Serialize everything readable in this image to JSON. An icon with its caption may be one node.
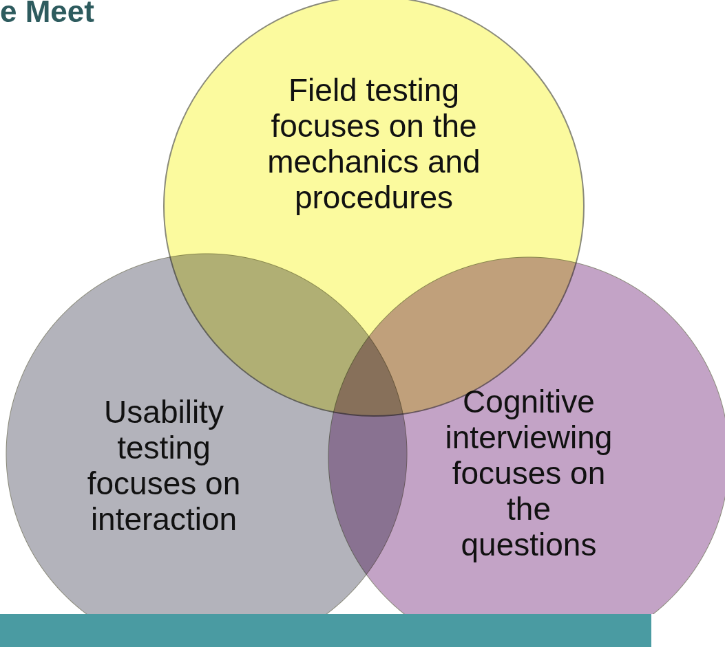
{
  "diagram": {
    "title": "e Meet",
    "nodes": [
      {
        "text": [
          "Field testing focuses on the mechanics and procedures"
        ]
      },
      {
        "text": [
          "Usability testing focuses on interaction"
        ]
      },
      {
        "text": [
          "Cognitive interviewing focuses on the questions"
        ]
      },
      {
        "text": [],
        "shape": "bar"
      }
    ]
  }
}
